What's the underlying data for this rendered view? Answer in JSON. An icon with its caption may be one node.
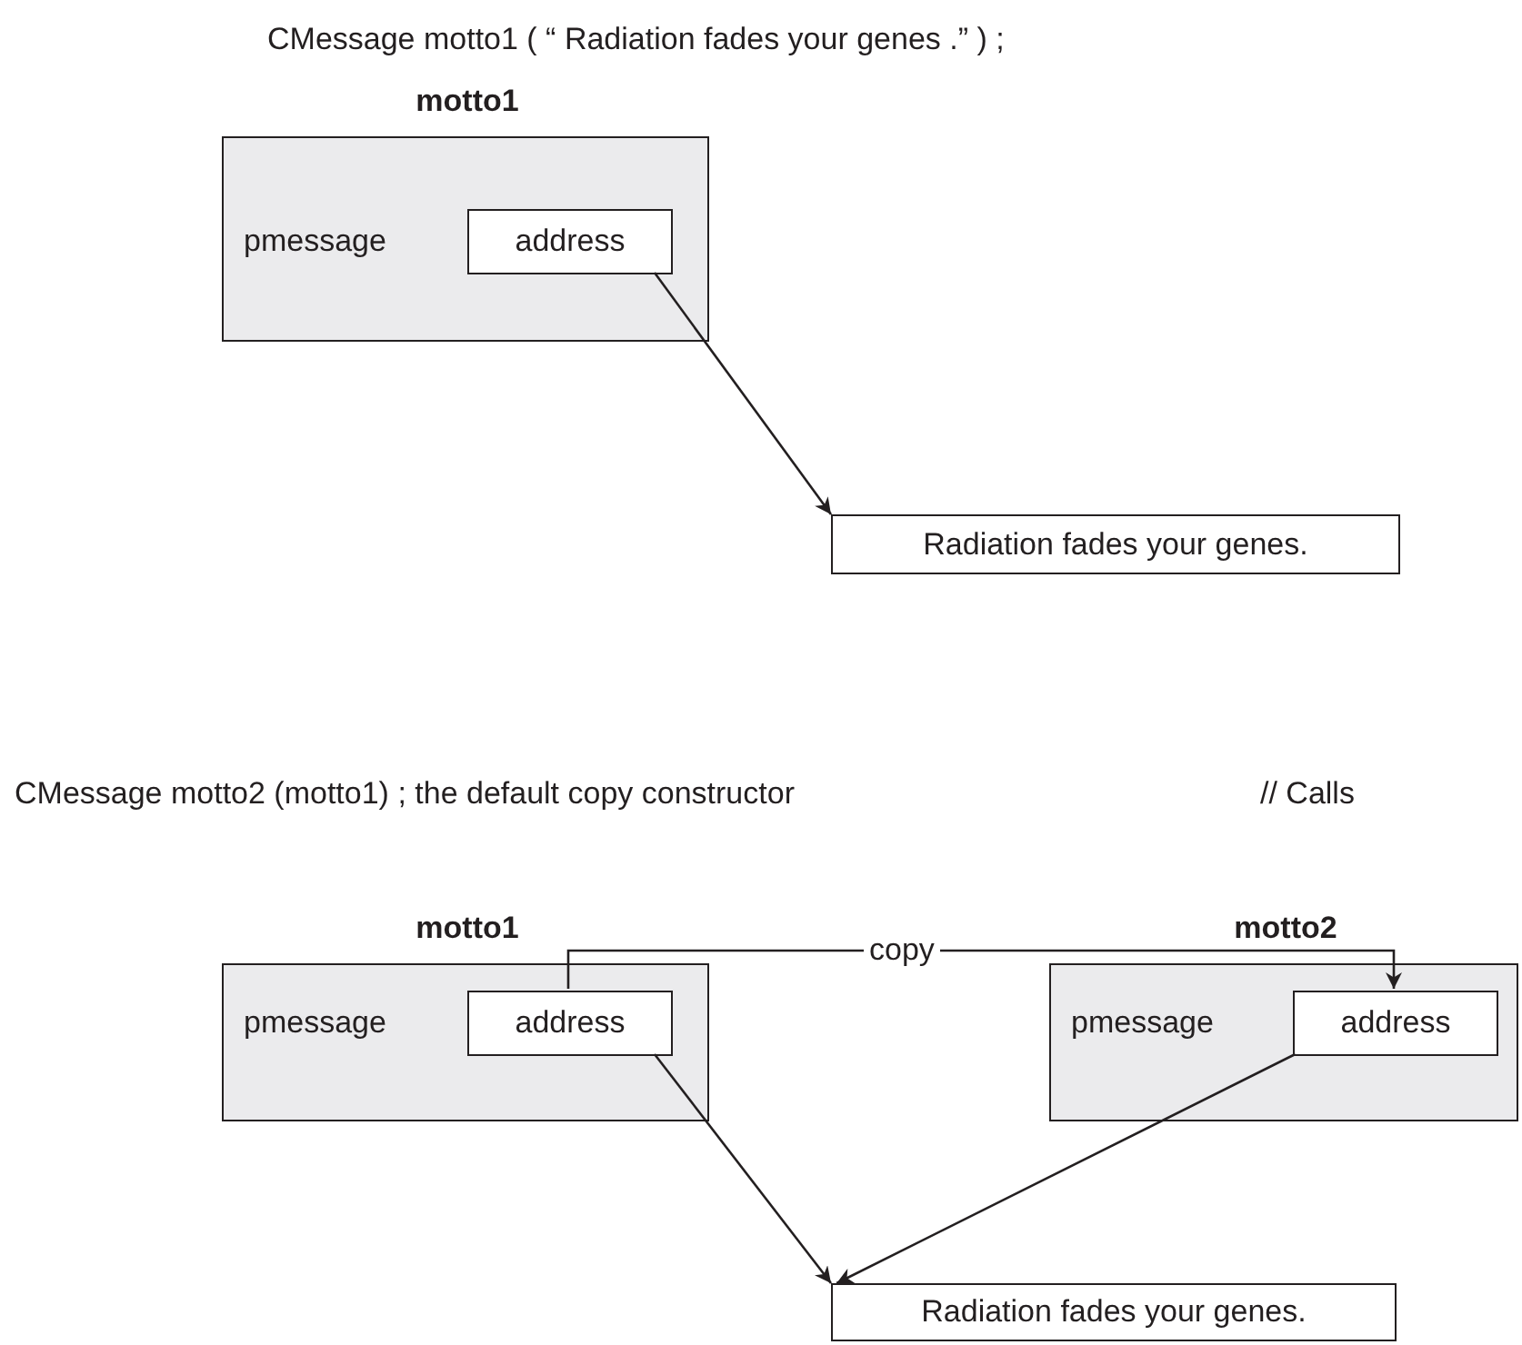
{
  "diagram": {
    "nodes": [
      {
        "text": [
          "motto1",
          "pmessage"
        ]
      },
      {
        "text": [
          "address"
        ],
        "in": 0
      },
      {
        "text": [
          "Radiation fades your genes."
        ]
      },
      {
        "text": [
          "motto1",
          "pmessage"
        ]
      },
      {
        "text": [
          "address"
        ],
        "in": 3
      },
      {
        "text": [
          "motto2",
          "pmessage"
        ]
      },
      {
        "text": [
          "address"
        ],
        "in": 5
      },
      {
        "text": [
          "Radiation fades your genes."
        ]
      }
    ],
    "edges": [
      {
        "from": 1,
        "to": 2,
        "arrow": "to"
      },
      {
        "from": 4,
        "to": 6,
        "arrow": "to",
        "label": "copy"
      },
      {
        "from": 4,
        "to": 7,
        "arrow": "to"
      },
      {
        "from": 6,
        "to": 7,
        "arrow": "to"
      }
    ],
    "labels": [
      "CMessage motto1 ( “ Radiation fades your genes .” ) ;",
      "CMessage motto2 (motto1) ; the default copy constructor",
      "// Calls"
    ]
  }
}
